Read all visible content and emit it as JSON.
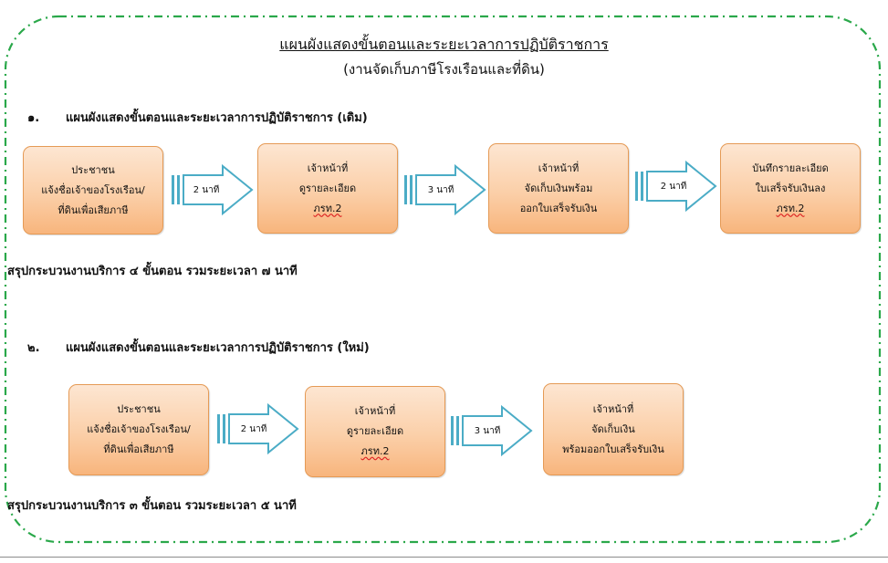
{
  "title": "แผนผังแสดงขั้นตอนและระยะเวลาการปฏิบัติราชการ",
  "subtitle": "(งานจัดเก็บภาษีโรงเรือนและที่ดิน)",
  "sections": [
    {
      "number": "๑.",
      "heading": "แผนผังแสดงขั้นตอนและระยะเวลาการปฏิบัติราชการ (เดิม)",
      "steps": [
        {
          "lines": [
            "ประชาชน",
            "แจ้งชื่อเจ้าของโรงเรือน/",
            "ที่ดินเพื่อเสียภาษี"
          ]
        },
        {
          "lines": [
            "เจ้าหน้าที่",
            "ดูรายละเอียด",
            "ภรท.2"
          ]
        },
        {
          "lines": [
            "เจ้าหน้าที่",
            "จัดเก็บเงินพร้อม",
            "ออกใบเสร็จรับเงิน"
          ]
        },
        {
          "lines": [
            "บันทึกรายละเอียด",
            "ใบเสร็จรับเงินลง",
            "ภรท.2"
          ]
        }
      ],
      "arrows": [
        "2 นาที",
        "3 นาที",
        "2 นาที"
      ],
      "summary": "สรุปกระบวนงานบริการ ๔ ขั้นตอน  รวมระยะเวลา ๗ นาที"
    },
    {
      "number": "๒.",
      "heading": "แผนผังแสดงขั้นตอนและระยะเวลาการปฏิบัติราชการ (ใหม่)",
      "steps": [
        {
          "lines": [
            "ประชาชน",
            "แจ้งชื่อเจ้าของโรงเรือน/",
            "ที่ดินเพื่อเสียภาษี"
          ]
        },
        {
          "lines": [
            "เจ้าหน้าที่",
            "ดูรายละเอียด",
            "ภรท.2"
          ]
        },
        {
          "lines": [
            "เจ้าหน้าที่",
            "จัดเก็บเงิน",
            "พร้อมออกใบเสร็จรับเงิน"
          ]
        }
      ],
      "arrows": [
        "2 นาที",
        "3 นาที"
      ],
      "summary": "สรุปกระบวนงานบริการ ๓ ขั้นตอน  รวมระยะเวลา ๕ นาที"
    }
  ],
  "colors": {
    "frame_border": "#2aa84a",
    "box_fill": "#fbcfa8",
    "box_border": "#e59a55",
    "arrow_stroke": "#4bacc6"
  }
}
